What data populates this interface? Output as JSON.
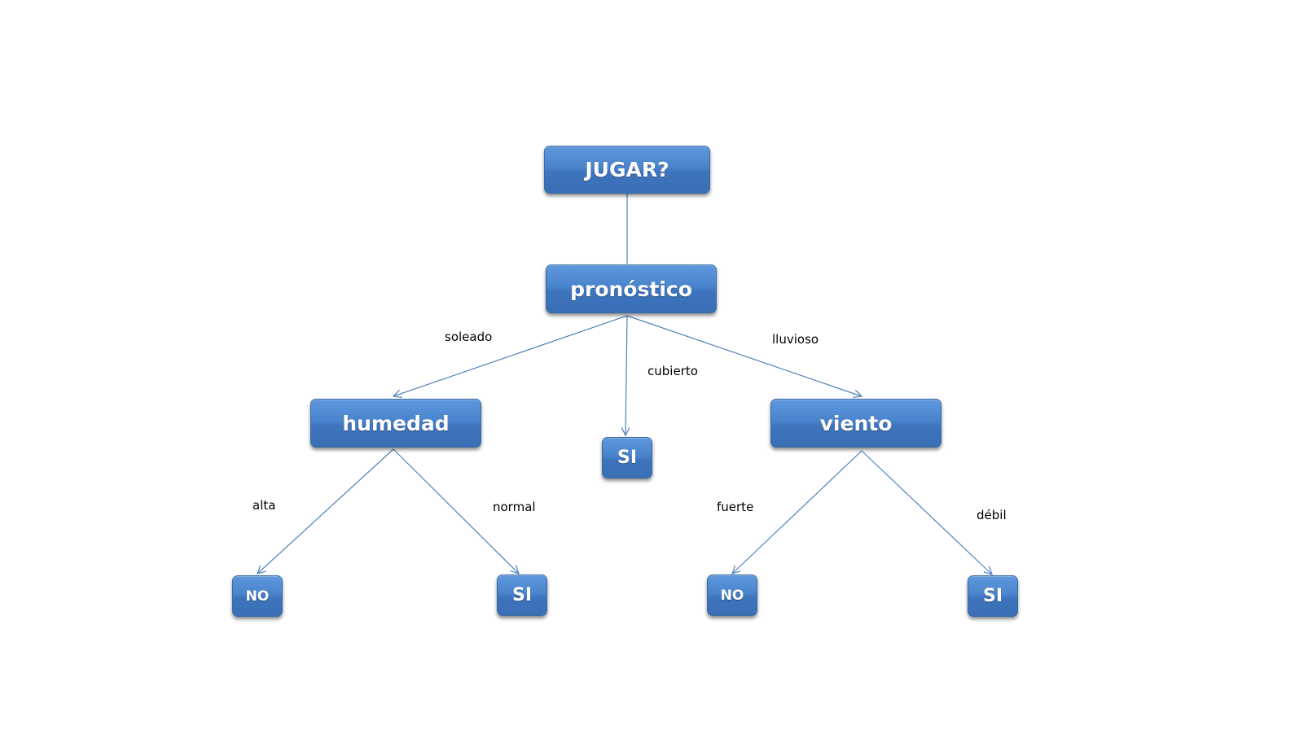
{
  "diagram": {
    "root": "JUGAR?",
    "attribute": "pronóstico",
    "branches": {
      "soleado": "soleado",
      "cubierto": "cubierto",
      "lluvioso": "lluvioso"
    },
    "humedad": {
      "label": "humedad",
      "alta": "alta",
      "normal": "normal",
      "leaf_alta": "NO",
      "leaf_normal": "SI"
    },
    "cubierto_leaf": "SI",
    "viento": {
      "label": "viento",
      "fuerte": "fuerte",
      "debil": "débil",
      "leaf_fuerte": "NO",
      "leaf_debil": "SI"
    },
    "colors": {
      "node_fill": "#4a84cc",
      "node_border": "#3a6aa3",
      "edge": "#4f81bd"
    }
  }
}
